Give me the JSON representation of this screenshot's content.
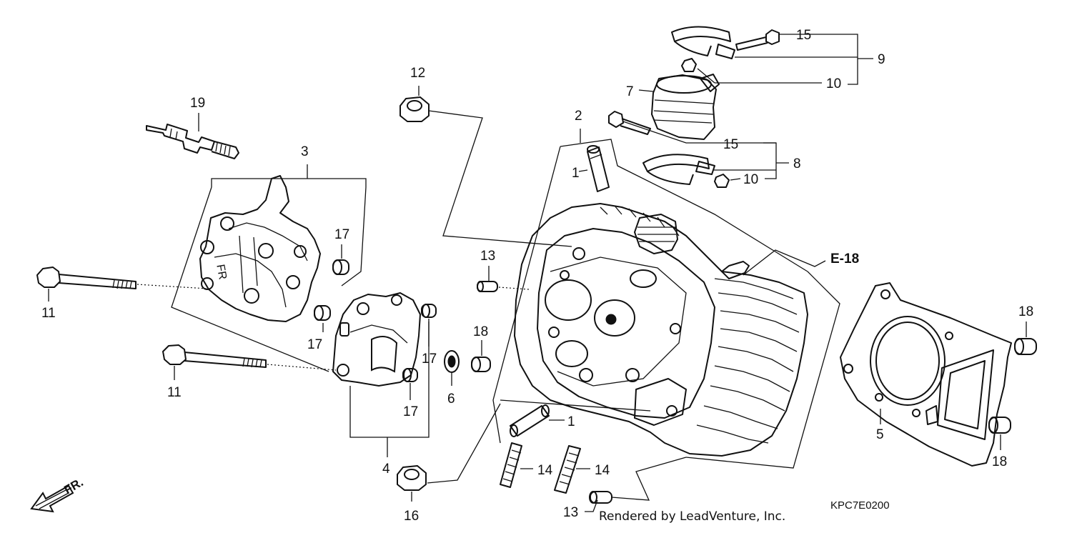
{
  "diagram": {
    "callouts": {
      "c1a": "1",
      "c1b": "1",
      "c2": "2",
      "c3": "3",
      "c4": "4",
      "c5": "5",
      "c6": "6",
      "c7": "7",
      "c8": "8",
      "c9": "9",
      "c10a": "10",
      "c10b": "10",
      "c11a": "11",
      "c11b": "11",
      "c12": "12",
      "c13a": "13",
      "c13b": "13",
      "c14a": "14",
      "c14b": "14",
      "c15a": "15",
      "c15b": "15",
      "c16": "16",
      "c17a": "17",
      "c17b": "17",
      "c17c": "17",
      "c17d": "17",
      "c18a": "18",
      "c18b": "18",
      "c18c": "18",
      "c19": "19"
    },
    "reference": "E-18",
    "stamp": "FR",
    "direction": "FR.",
    "code": "KPC7E0200",
    "credit": "Rendered by LeadVenture, Inc."
  }
}
